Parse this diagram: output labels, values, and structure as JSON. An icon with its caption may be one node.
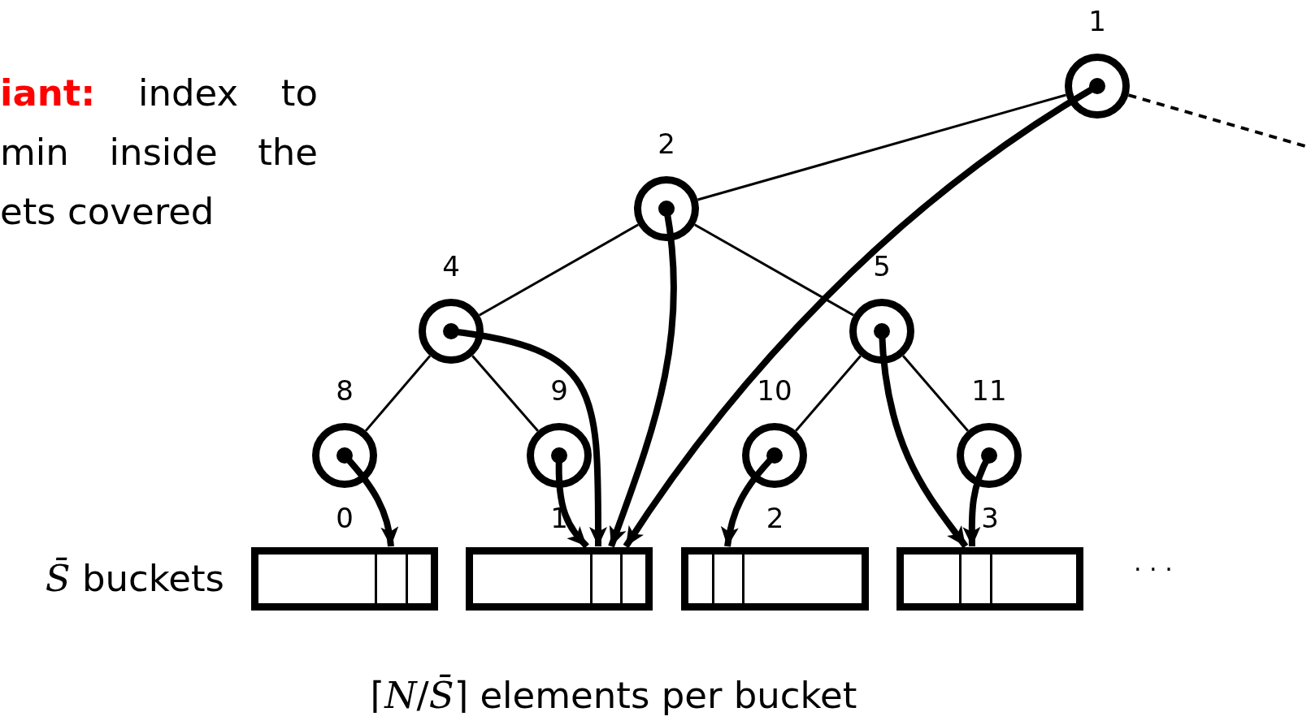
{
  "diagram": {
    "nodes": [
      {
        "text": [],
        "shape": "circle",
        "beside": [
          "1"
        ]
      },
      {
        "text": [],
        "shape": "circle",
        "beside": [
          "2"
        ]
      },
      {
        "text": [],
        "shape": "circle",
        "beside": [
          "4"
        ]
      },
      {
        "text": [],
        "shape": "circle",
        "beside": [
          "5"
        ]
      },
      {
        "text": [],
        "shape": "circle",
        "beside": [
          "8"
        ]
      },
      {
        "text": [],
        "shape": "circle",
        "beside": [
          "9"
        ]
      },
      {
        "text": [],
        "shape": "circle",
        "beside": [
          "10"
        ]
      },
      {
        "text": [],
        "shape": "circle",
        "beside": [
          "11"
        ]
      },
      {
        "text": [],
        "shape": "box",
        "beside": [
          "0"
        ]
      },
      {
        "text": [],
        "shape": "box",
        "beside": [
          "1"
        ]
      },
      {
        "text": [],
        "shape": "box",
        "beside": [
          "2"
        ]
      },
      {
        "text": [],
        "shape": "box",
        "beside": [
          "3"
        ]
      }
    ],
    "edges": [
      {
        "from": 0,
        "to": 1,
        "arrow": "none"
      },
      {
        "from": 1,
        "to": 2,
        "arrow": "none"
      },
      {
        "from": 1,
        "to": 3,
        "arrow": "none"
      },
      {
        "from": 2,
        "to": 4,
        "arrow": "none"
      },
      {
        "from": 2,
        "to": 5,
        "arrow": "none"
      },
      {
        "from": 3,
        "to": 6,
        "arrow": "none"
      },
      {
        "from": 3,
        "to": 7,
        "arrow": "none"
      },
      {
        "from": 0,
        "to": null,
        "arrow": "none",
        "style": "dashed"
      },
      {
        "from": 0,
        "to": 9,
        "arrow": "to",
        "style": "thick"
      },
      {
        "from": 1,
        "to": 9,
        "arrow": "to",
        "style": "thick"
      },
      {
        "from": 2,
        "to": 9,
        "arrow": "to",
        "style": "thick"
      },
      {
        "from": 3,
        "to": 11,
        "arrow": "to",
        "style": "thick"
      },
      {
        "from": 4,
        "to": 8,
        "arrow": "to",
        "style": "thick"
      },
      {
        "from": 5,
        "to": 9,
        "arrow": "to",
        "style": "thick"
      },
      {
        "from": 6,
        "to": 10,
        "arrow": "to",
        "style": "thick"
      },
      {
        "from": 7,
        "to": 11,
        "arrow": "to",
        "style": "thick"
      }
    ],
    "labels": [
      "**iant:** index to min inside the ets covered",
      "*S̄* buckets",
      "· · ·",
      "⌈*N*/*S̄*⌉ elements per bucket"
    ]
  }
}
